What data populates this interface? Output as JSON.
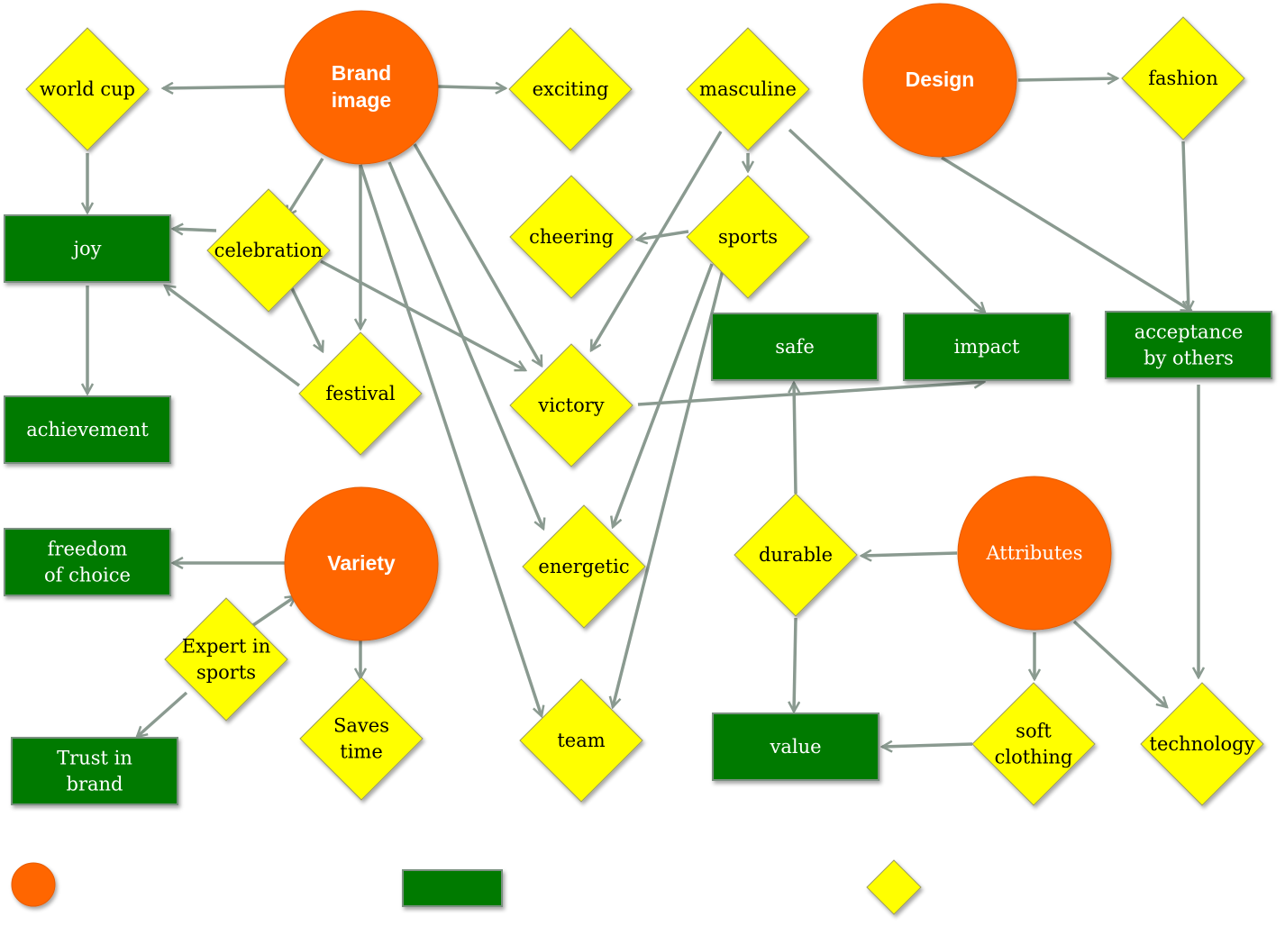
{
  "colors": {
    "circle": "#FF6600",
    "circle_border": "#E65C00",
    "diamond": "#FFFF00",
    "diamond_border": "#9A9A60",
    "rect": "#007A00",
    "rect_border": "#7A9080",
    "arrow": "#8A9A90"
  },
  "nodes": {
    "brand_image": {
      "lines": [
        "Brand",
        "image"
      ]
    },
    "design": {
      "lines": [
        "Design"
      ]
    },
    "variety": {
      "lines": [
        "Variety"
      ]
    },
    "attributes": {
      "lines": [
        "Attributes"
      ]
    },
    "world_cup": {
      "lines": [
        "world cup"
      ]
    },
    "exciting": {
      "lines": [
        "exciting"
      ]
    },
    "masculine": {
      "lines": [
        "masculine"
      ]
    },
    "fashion": {
      "lines": [
        "fashion"
      ]
    },
    "celebration": {
      "lines": [
        "celebration"
      ]
    },
    "cheering": {
      "lines": [
        "cheering"
      ]
    },
    "sports": {
      "lines": [
        "sports"
      ]
    },
    "festival": {
      "lines": [
        "festival"
      ]
    },
    "victory": {
      "lines": [
        "victory"
      ]
    },
    "energetic": {
      "lines": [
        "energetic"
      ]
    },
    "durable": {
      "lines": [
        "durable"
      ]
    },
    "expert_in_sports": {
      "lines": [
        "Expert in",
        "sports"
      ]
    },
    "saves_time": {
      "lines": [
        "Saves",
        "time"
      ]
    },
    "team": {
      "lines": [
        "team"
      ]
    },
    "soft_clothing": {
      "lines": [
        "soft",
        "clothing"
      ]
    },
    "technology": {
      "lines": [
        "technology"
      ]
    },
    "joy": {
      "lines": [
        "joy"
      ]
    },
    "achievement": {
      "lines": [
        "achievement"
      ]
    },
    "safe": {
      "lines": [
        "safe"
      ]
    },
    "impact": {
      "lines": [
        "impact"
      ]
    },
    "acceptance_by_others": {
      "lines": [
        "acceptance",
        "by others"
      ]
    },
    "freedom_of_choice": {
      "lines": [
        "freedom",
        "of choice"
      ]
    },
    "trust_in_brand": {
      "lines": [
        "Trust in",
        "brand"
      ]
    },
    "value": {
      "lines": [
        "value"
      ]
    },
    "legend_circle": {
      "lines": []
    },
    "legend_rect": {
      "lines": []
    },
    "legend_diamond": {
      "lines": []
    }
  },
  "edges": [
    [
      "brand_image",
      "world_cup"
    ],
    [
      "brand_image",
      "exciting"
    ],
    [
      "brand_image",
      "celebration"
    ],
    [
      "brand_image",
      "festival"
    ],
    [
      "brand_image",
      "victory"
    ],
    [
      "brand_image",
      "energetic"
    ],
    [
      "brand_image",
      "team"
    ],
    [
      "world_cup",
      "joy"
    ],
    [
      "celebration",
      "joy"
    ],
    [
      "celebration",
      "festival"
    ],
    [
      "celebration",
      "victory"
    ],
    [
      "festival",
      "joy"
    ],
    [
      "joy",
      "achievement"
    ],
    [
      "masculine",
      "sports"
    ],
    [
      "masculine",
      "victory"
    ],
    [
      "masculine",
      "impact"
    ],
    [
      "sports",
      "cheering"
    ],
    [
      "sports",
      "energetic"
    ],
    [
      "sports",
      "team"
    ],
    [
      "victory",
      "impact"
    ],
    [
      "design",
      "fashion"
    ],
    [
      "design",
      "acceptance_by_others"
    ],
    [
      "fashion",
      "acceptance_by_others"
    ],
    [
      "acceptance_by_others",
      "technology"
    ],
    [
      "variety",
      "freedom_of_choice"
    ],
    [
      "variety",
      "saves_time"
    ],
    [
      "expert_in_sports",
      "variety"
    ],
    [
      "expert_in_sports",
      "trust_in_brand"
    ],
    [
      "attributes",
      "durable"
    ],
    [
      "attributes",
      "soft_clothing"
    ],
    [
      "attributes",
      "technology"
    ],
    [
      "durable",
      "safe"
    ],
    [
      "durable",
      "value"
    ],
    [
      "soft_clothing",
      "value"
    ]
  ]
}
